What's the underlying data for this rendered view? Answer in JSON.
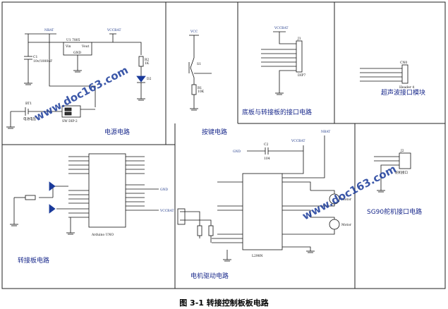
{
  "sections": {
    "power": "电源电路",
    "key": "按键电路",
    "interface": "底板与转接板的接口电路",
    "ultrasonic": "超声波接口模块",
    "adapter": "转接板电路",
    "motor": "电机驱动电路",
    "servo": "SG90舵机接口电路"
  },
  "watermark": "www.doc163.com",
  "caption": "图 3-1 转接控制板板电路",
  "labels": {
    "reg": "U1 7805",
    "reg_vin": "Vin",
    "reg_vout": "Vout",
    "reg_gnd": "GND",
    "c1": "C1",
    "c1_val": "10v/1000uF",
    "bat": "BT1",
    "bat_val": "电池电压",
    "sw": "SW DIP-2",
    "vin": "NBAT",
    "vccbat": "VCCBAT",
    "r2": "R2",
    "r_1k": "1K",
    "d2": "D2",
    "s1": "S1",
    "key_r": "R1",
    "key_val": "10K",
    "vcc": "VCC",
    "j1": "J1",
    "dip": "DIP7",
    "cn0": "CN0",
    "ultra_sub": "Header 4",
    "u2": "Arduino UNO",
    "u3": "L298N",
    "mot1": "Motor",
    "mot2": "Motor",
    "j2": "J2",
    "servo_sub": "舵机接口",
    "gnd": "GND",
    "c2": "C2",
    "c2_val": "104"
  }
}
